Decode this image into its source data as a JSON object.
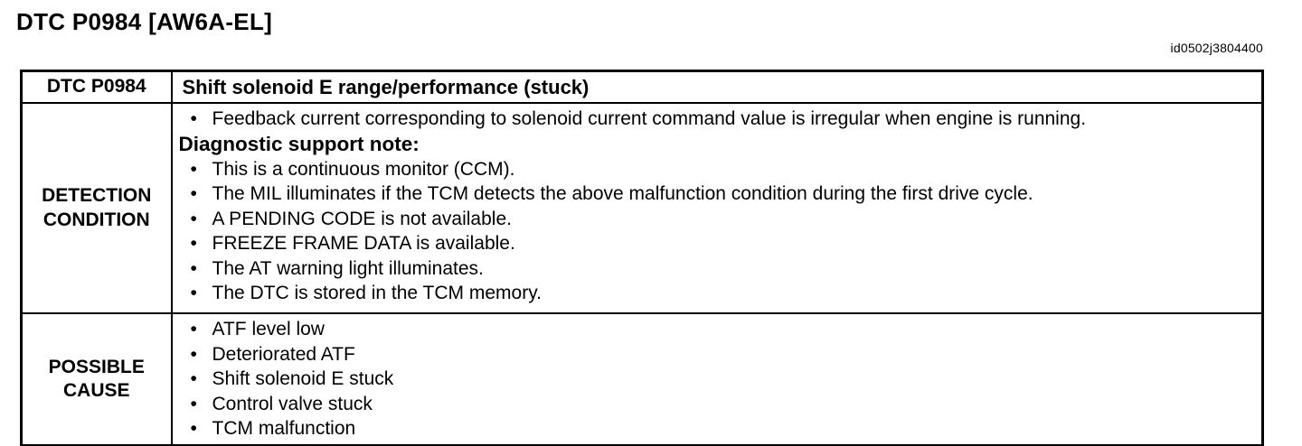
{
  "title": "DTC P0984 [AW6A-EL]",
  "doc_id": "id0502j3804400",
  "table": {
    "header": {
      "code": "DTC P0984",
      "description": "Shift solenoid E range/performance (stuck)"
    },
    "detection": {
      "label": "DETECTION CONDITION",
      "intro_bullet": "Feedback current corresponding to solenoid current command value is irregular when engine is running.",
      "note_heading": "Diagnostic support note:",
      "note_bullets": [
        "This is a continuous monitor (CCM).",
        "The MIL illuminates if the TCM detects the above malfunction condition during the first drive cycle.",
        "A PENDING CODE is not available.",
        "FREEZE FRAME DATA is available.",
        "The AT warning light illuminates.",
        "The DTC is stored in the TCM memory."
      ]
    },
    "possible_cause": {
      "label": "POSSIBLE CAUSE",
      "bullets": [
        "ATF level low",
        "Deteriorated ATF",
        "Shift solenoid E stuck",
        "Control valve stuck",
        "TCM malfunction"
      ]
    }
  }
}
